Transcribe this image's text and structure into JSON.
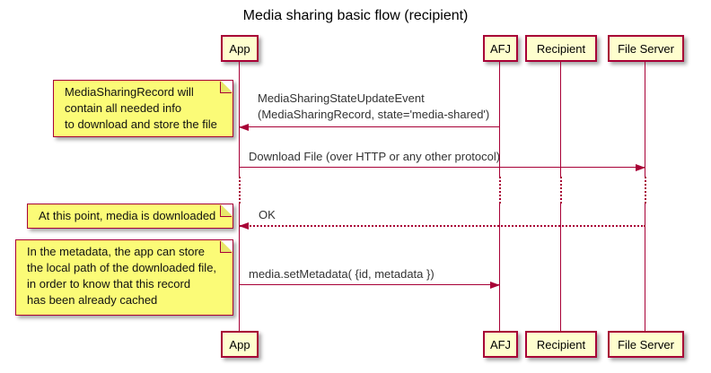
{
  "title": "Media sharing basic flow (recipient)",
  "colors": {
    "accent": "#A80036",
    "participant_fill": "#FEFECE",
    "note_fill": "#FBFB77",
    "background": "#FFFFFF"
  },
  "participants": [
    {
      "label": "App"
    },
    {
      "label": "AFJ"
    },
    {
      "label": "Recipient"
    },
    {
      "label": "File Server"
    }
  ],
  "notes": [
    {
      "lines": [
        "MediaSharingRecord will",
        "contain all needed info",
        "to download and store the file"
      ]
    },
    {
      "lines": [
        "At this point, media is downloaded"
      ]
    },
    {
      "lines": [
        "In the metadata, the app can store",
        "the local path of the downloaded file,",
        "in order to know that this record",
        "has been already cached"
      ]
    }
  ],
  "messages": [
    {
      "from": "AFJ",
      "to": "App",
      "line_style": "solid",
      "lines": [
        "MediaSharingStateUpdateEvent",
        "(MediaSharingRecord, state='media-shared')"
      ]
    },
    {
      "from": "App",
      "to": "File Server",
      "line_style": "solid",
      "lines": [
        "Download File (over HTTP or any other protocol)"
      ]
    },
    {
      "from": "File Server",
      "to": "App",
      "line_style": "dotted",
      "lines": [
        "OK"
      ]
    },
    {
      "from": "App",
      "to": "AFJ",
      "line_style": "solid",
      "lines": [
        "media.setMetadata( {id, metadata })"
      ]
    }
  ]
}
